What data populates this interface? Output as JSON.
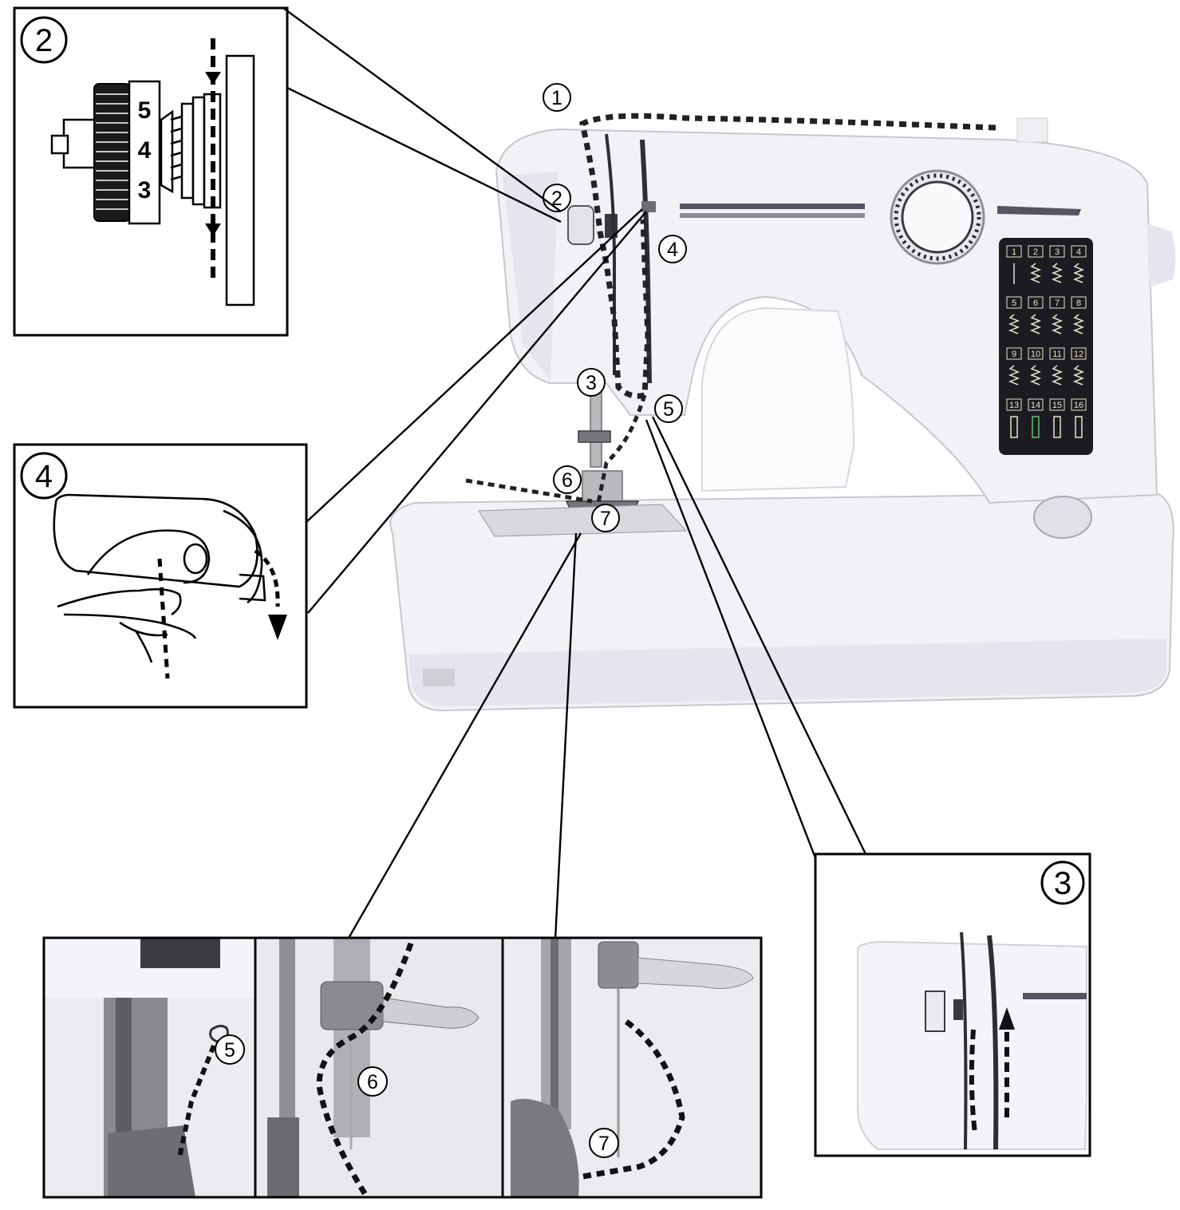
{
  "steps": {
    "s1": "1",
    "s2": "2",
    "s3": "3",
    "s4": "4",
    "s5": "5",
    "s6": "6",
    "s7": "7"
  },
  "tension_dial": {
    "marks": [
      "5",
      "4",
      "3"
    ]
  },
  "stitch_panel": {
    "numbers": [
      "1",
      "2",
      "3",
      "4",
      "5",
      "6",
      "7",
      "8",
      "9",
      "10",
      "11",
      "12",
      "13",
      "14",
      "15",
      "16"
    ]
  },
  "colors": {
    "outline": "#000000",
    "machine_body": "#f2f1f5",
    "stitch_panel": "#1d1b22",
    "dotted_path": "#222222"
  }
}
